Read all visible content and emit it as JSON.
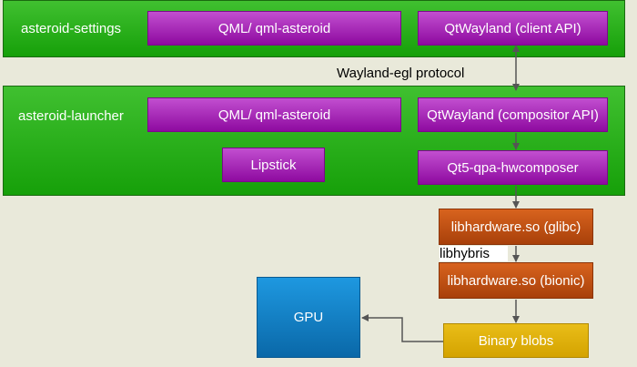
{
  "settings": {
    "label": "asteroid-settings",
    "qml": "QML/ qml-asteroid",
    "qtwayland": "QtWayland (client API)"
  },
  "protocol_label": "Wayland-egl protocol",
  "launcher": {
    "label": "asteroid-launcher",
    "qml": "QML/ qml-asteroid",
    "qtwayland": "QtWayland (compositor API)",
    "lipstick": "Lipstick",
    "hwcomposer": "Qt5-qpa-hwcomposer"
  },
  "libhardware_glibc": "libhardware.so (glibc)",
  "libhybris_label": "libhybris",
  "libhardware_bionic": "libhardware.so (bionic)",
  "binary_blobs": "Binary blobs",
  "gpu": "GPU",
  "colors": {
    "panel_green": "#22a814",
    "purple": "#a020b4",
    "orange": "#c04f14",
    "yellow": "#e0b00a",
    "blue": "#1580c4",
    "background": "#e9e9da"
  }
}
